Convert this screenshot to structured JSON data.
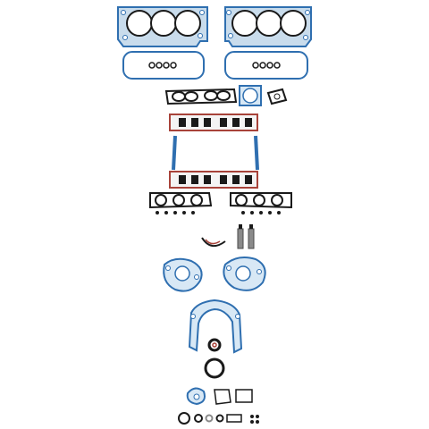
{
  "product": {
    "description_visible_text": "",
    "item_groups": [
      "cylinder-head-gaskets",
      "valve-cover-gaskets",
      "throttle-body-and-intake-misc-gaskets",
      "intake-manifold-gaskets",
      "exhaust-manifold-gaskets",
      "sealant-tubes-and-o-ring",
      "water-pump-gaskets",
      "timing-cover-gasket",
      "rear-main-seal-and-oil-pan-parts",
      "misc-small-gaskets-and-seals"
    ]
  },
  "colors": {
    "gasket_blue": "#2f6fb0",
    "gasket_light": "#7fb0d8",
    "gasket_fill": "#d8e8f5",
    "rubber_dark": "#1a1a1a",
    "metal_gray": "#8a8a8a",
    "cork_red": "#a8433a",
    "background": "#ffffff"
  }
}
